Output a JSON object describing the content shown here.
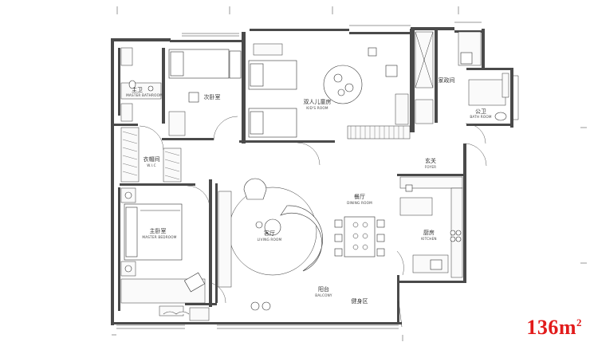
{
  "rooms": {
    "master_bath": {
      "cn": "主卫",
      "en": "MASTER BATHROOM"
    },
    "second_bedroom": {
      "cn": "次卧室",
      "en": ""
    },
    "kids_room": {
      "cn": "双人儿童房",
      "en": "KID'S ROOM"
    },
    "maid_room": {
      "cn": "家政间",
      "en": ""
    },
    "guest_bath": {
      "cn": "公卫",
      "en": "BATH ROOM"
    },
    "wic": {
      "cn": "衣帽间",
      "en": "W.I.C"
    },
    "foyer": {
      "cn": "玄关",
      "en": "FOYER"
    },
    "dining": {
      "cn": "餐厅",
      "en": "DINING ROOM"
    },
    "living": {
      "cn": "客厅",
      "en": "LIVING ROOM"
    },
    "master_bedroom": {
      "cn": "主卧室",
      "en": "MASTER BEDROOM"
    },
    "kitchen": {
      "cn": "厨房",
      "en": "KITCHEN"
    },
    "balcony": {
      "cn": "阳台",
      "en": "BALCONY"
    },
    "fitness": {
      "cn": "健身区",
      "en": ""
    }
  },
  "area": {
    "value": "136",
    "unit": "m",
    "exp": "2"
  },
  "colors": {
    "area_text": "#e21b1b",
    "wall": "#4a4a4a"
  }
}
